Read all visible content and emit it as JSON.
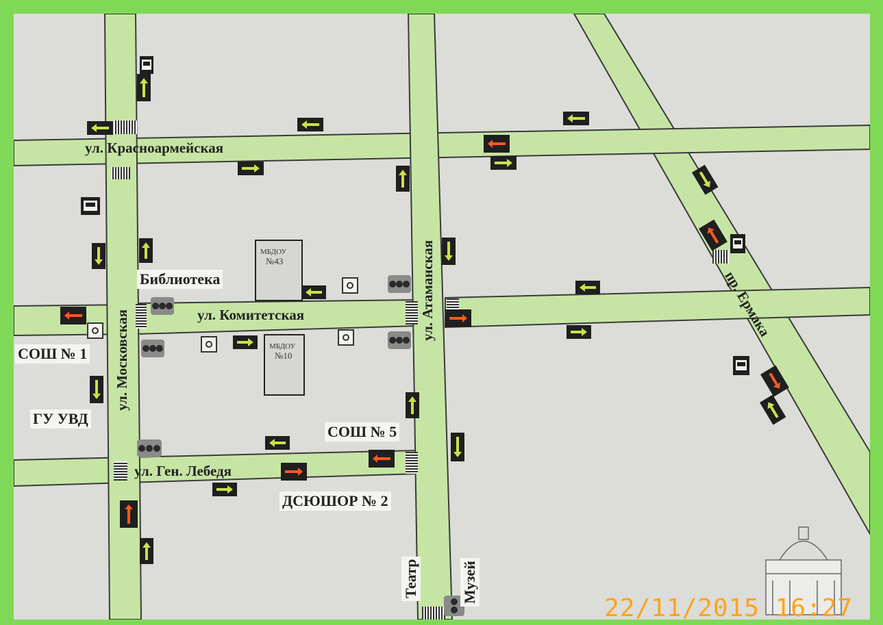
{
  "streets": {
    "krasnoarmeyskaya": "ул. Красноармейская",
    "komitetskaya": "ул. Комитетская",
    "gen_lebedya": "ул. Ген. Лебедя",
    "moskovskaya": "ул. Московская",
    "atamanskaya": "ул. Атаманская",
    "ermaka": "пр. Ермака"
  },
  "places": {
    "biblioteka": "Библиотека",
    "sosh1": "СОШ № 1",
    "gu_uvd": "ГУ УВД",
    "sosh5": "СОШ № 5",
    "dyushor2": "ДСЮШОР № 2",
    "teatr": "Театр",
    "muzey": "Музей"
  },
  "buildings": {
    "mbdou43": {
      "label": "МБДОУ",
      "number": "№43"
    },
    "mbdou10": {
      "label": "МБДОУ",
      "number": "№10"
    }
  },
  "timestamp": "22/11/2015  16:27",
  "colors": {
    "frame": "#7fd957",
    "paper": "#dcdcd8",
    "road": "#c6e5a4",
    "road_edge": "#3a3a3a",
    "arrow_sign": "#1f1f1f",
    "arrow_green": "#c9e24a",
    "arrow_red": "#ff5a1f",
    "stamp": "#ffa31a"
  },
  "legend_icons": [
    "one-way-arrow-sign",
    "oncoming-arrow-sign",
    "traffic-light-icon",
    "bus-stop-sign",
    "pedestrian-crossing",
    "caution-sign",
    "cathedral-drawing"
  ]
}
